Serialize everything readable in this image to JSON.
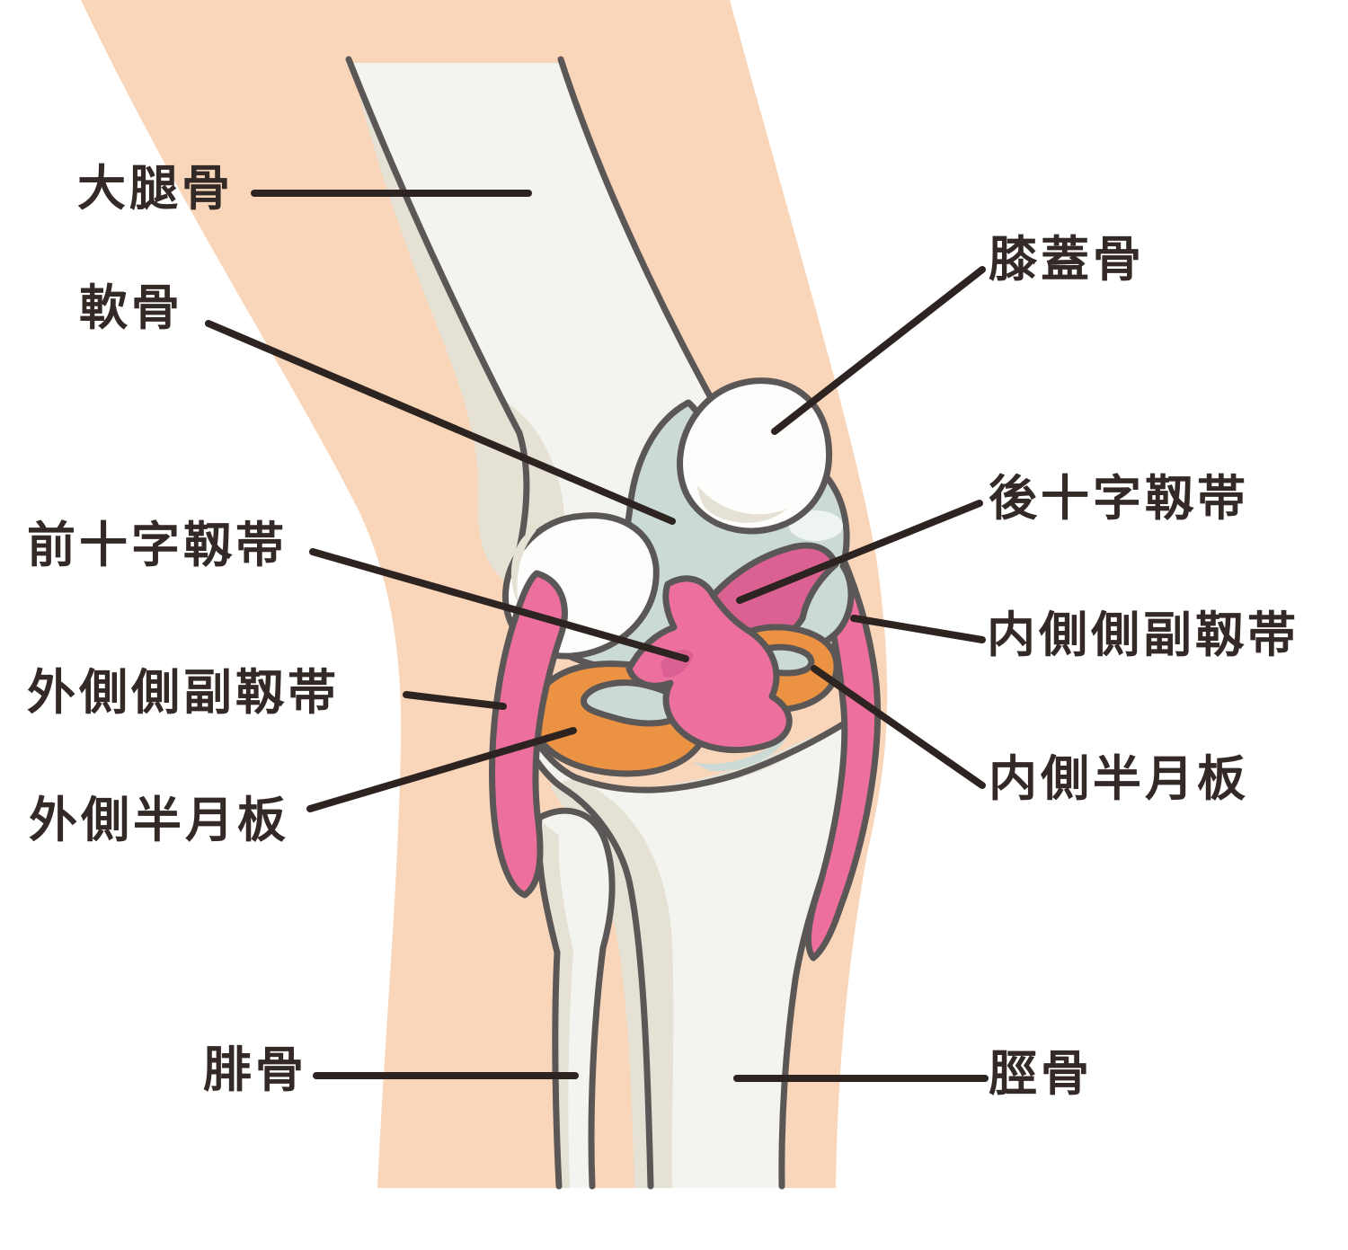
{
  "labels": {
    "femur": "大腿骨",
    "cartilage": "軟骨",
    "acl": "前十字靱帯",
    "lcl": "外側側副靱帯",
    "lateral_meniscus": "外側半月板",
    "fibula": "腓骨",
    "patella": "膝蓋骨",
    "pcl": "後十字靱帯",
    "mcl": "内側側副靱帯",
    "medial_meniscus": "内側半月板",
    "tibia": "脛骨"
  },
  "colors": {
    "background": "#ffffff",
    "skin": "#f9d6b9",
    "bone": "#f3f3ef",
    "bone_light": "#fdfdfb",
    "bone_shade": "#e5e1d4",
    "outline": "#5b5757",
    "cartilage": "#cbdad5",
    "cartilage_highlight": "#eef4f1",
    "meniscus": "#eb9342",
    "ligament_pink": "#ed6f9e",
    "ligament_dark_pink": "#da6191",
    "pointer_line": "#2d2421",
    "label_text": "#332a27"
  }
}
